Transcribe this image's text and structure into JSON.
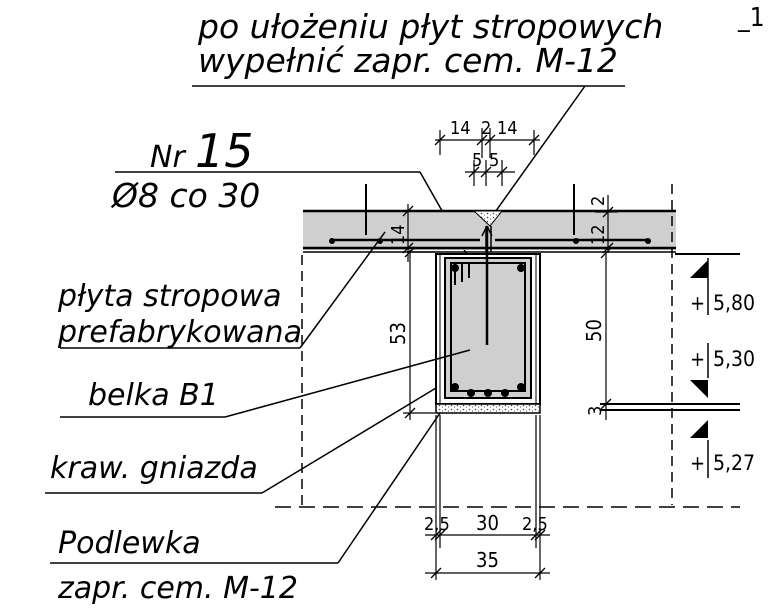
{
  "labels": {
    "top_note_line1": "po ułożeniu płyt stropowych",
    "top_note_line2": "wypełnić zapr. cem. M-12",
    "nr_prefix": "Nr",
    "nr_number": "15",
    "rebar_spec": "Ø8 co 30",
    "slab_line1": "płyta stropowa",
    "slab_line2": "prefabrykowana",
    "beam": "belka B1",
    "edge": "kraw. gniazda",
    "podlewka_line1": "Podlewka",
    "podlewka_line2": "zapr. cem. M-12",
    "corner_mark": "_1"
  },
  "dimensions": {
    "top_14_left": "14",
    "top_2": "2",
    "top_14_right": "14",
    "top_5_left": "5",
    "top_5_right": "5",
    "slab_14": "14",
    "right_2": "2",
    "right_12": "12",
    "beam_53": "53",
    "beam_50": "50",
    "grout_3": "3",
    "bottom_2_5_left": "2,5",
    "bottom_30": "30",
    "bottom_2_5_right": "2,5",
    "bottom_35": "35"
  },
  "levels": {
    "level_1": "5,80",
    "level_2": "5,30",
    "level_3": "5,27",
    "sign": "+"
  }
}
